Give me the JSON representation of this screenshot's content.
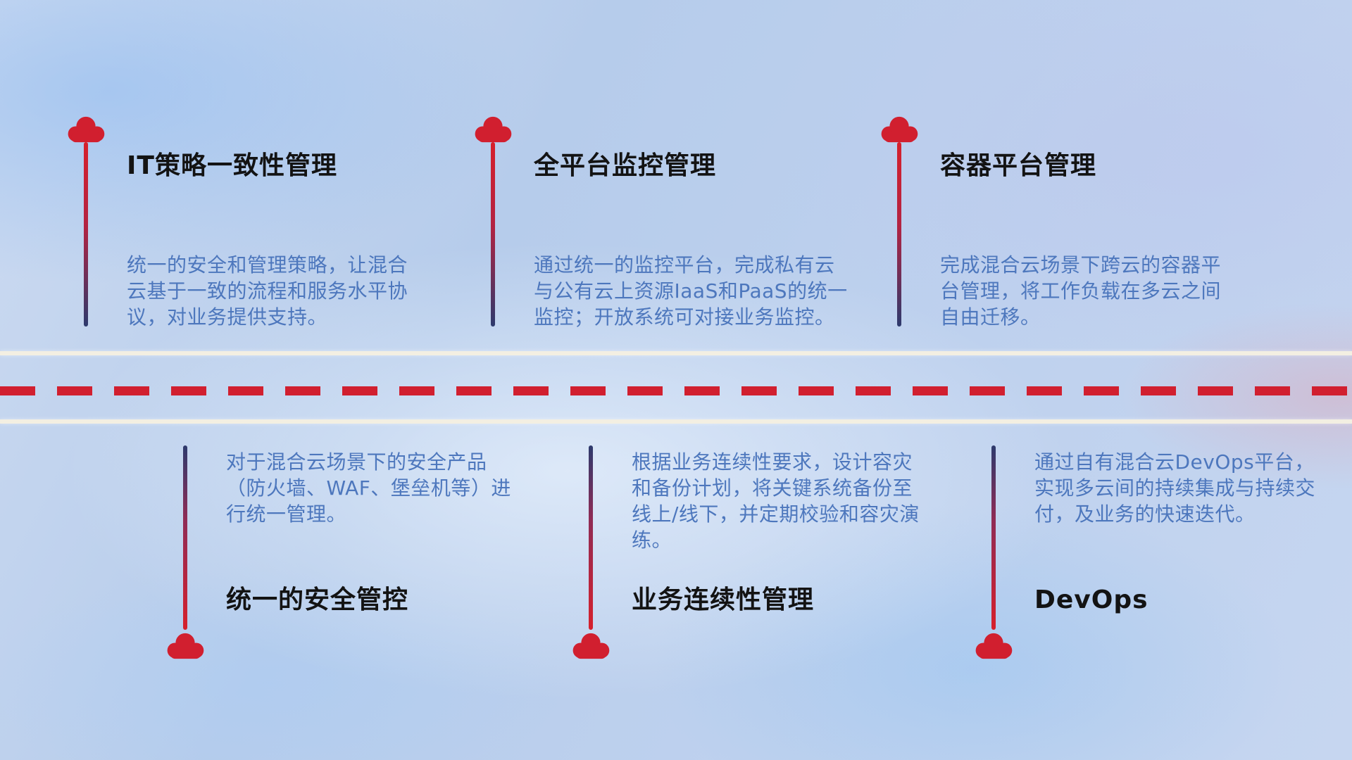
{
  "colors": {
    "accent_red": "#d11f2f",
    "line_navy": "#2d3a6d",
    "description_blue": "#4d77bd",
    "title_color": "#131313",
    "road_line": "#f3efe2"
  },
  "top_items": [
    {
      "title": "IT策略一致性管理",
      "description": "统一的安全和管理策略，让混合云基于一致的流程和服务水平协议，对业务提供支持。"
    },
    {
      "title": "全平台监控管理",
      "description": "通过统一的监控平台，完成私有云与公有云上资源IaaS和PaaS的统一监控；开放系统可对接业务监控。"
    },
    {
      "title": "容器平台管理",
      "description": "完成混合云场景下跨云的容器平台管理，将工作负载在多云之间自由迁移。"
    }
  ],
  "bottom_items": [
    {
      "title": "统一的安全管控",
      "description": "对于混合云场景下的安全产品（防火墙、WAF、堡垒机等）进行统一管理。"
    },
    {
      "title": "业务连续性管理",
      "description": "根据业务连续性要求，设计容灾和备份计划，将关键系统备份至线上/线下，并定期校验和容灾演练。"
    },
    {
      "title": "DevOps",
      "description": "通过自有混合云DevOps平台，实现多云间的持续集成与持续交付，及业务的快速迭代。"
    }
  ]
}
